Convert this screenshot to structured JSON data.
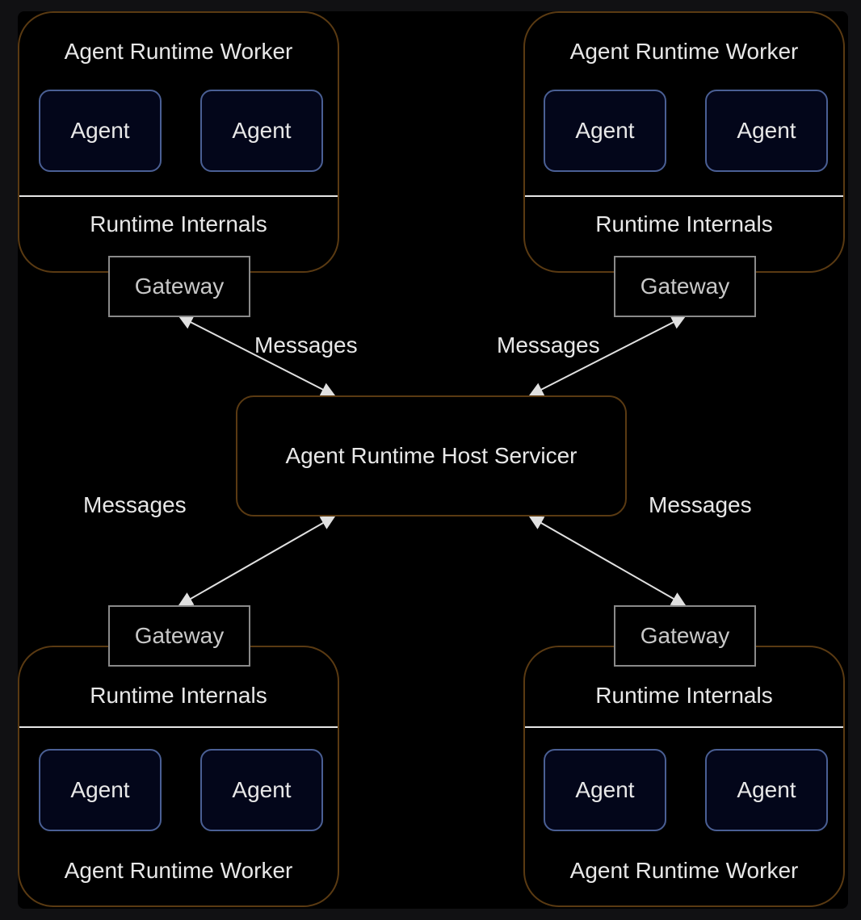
{
  "host": {
    "label": "Agent Runtime Host Servicer"
  },
  "workers": [
    {
      "title": "Agent Runtime Worker",
      "internals": "Runtime Internals",
      "gateway": "Gateway",
      "agents": [
        "Agent",
        "Agent"
      ]
    },
    {
      "title": "Agent Runtime Worker",
      "internals": "Runtime Internals",
      "gateway": "Gateway",
      "agents": [
        "Agent",
        "Agent"
      ]
    },
    {
      "title": "Agent Runtime Worker",
      "internals": "Runtime Internals",
      "gateway": "Gateway",
      "agents": [
        "Agent",
        "Agent"
      ]
    },
    {
      "title": "Agent Runtime Worker",
      "internals": "Runtime Internals",
      "gateway": "Gateway",
      "agents": [
        "Agent",
        "Agent"
      ]
    }
  ],
  "edges": [
    {
      "label": "Messages",
      "arrow": "bidirectional"
    },
    {
      "label": "Messages",
      "arrow": "bidirectional"
    },
    {
      "label": "Messages",
      "arrow": "bidirectional"
    },
    {
      "label": "Messages",
      "arrow": "bidirectional"
    }
  ],
  "colors": {
    "background": "#000000",
    "worker_border": "#5a3a12",
    "agent_border": "#4a5f94",
    "agent_fill": "#03061a",
    "gateway_border": "#8a8a8a",
    "text": "#e8e8e8",
    "arrow": "#e0e0e0"
  }
}
